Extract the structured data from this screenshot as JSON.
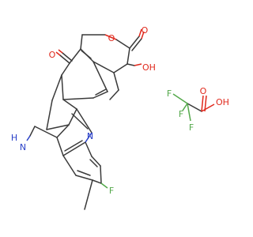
{
  "colors": {
    "carbon": "#3a3a3a",
    "oxygen": "#e0281c",
    "nitrogen": "#2a41c8",
    "fluorine": "#53a84a",
    "background": "#ffffff"
  },
  "atoms": {
    "lactone_carbonyl_o": "O",
    "ring_o": "O",
    "lactam_carbonyl_o": "O",
    "hydroxyl": "OH",
    "quinoline_n": "N",
    "amine_h": "H",
    "amine_n": "N",
    "ring_f": "F",
    "tfa_carbonyl_o": "O",
    "tfa_oh": "OH",
    "tfa_f_left": "F",
    "tfa_f_top": "F",
    "tfa_f_bottom": "F"
  }
}
